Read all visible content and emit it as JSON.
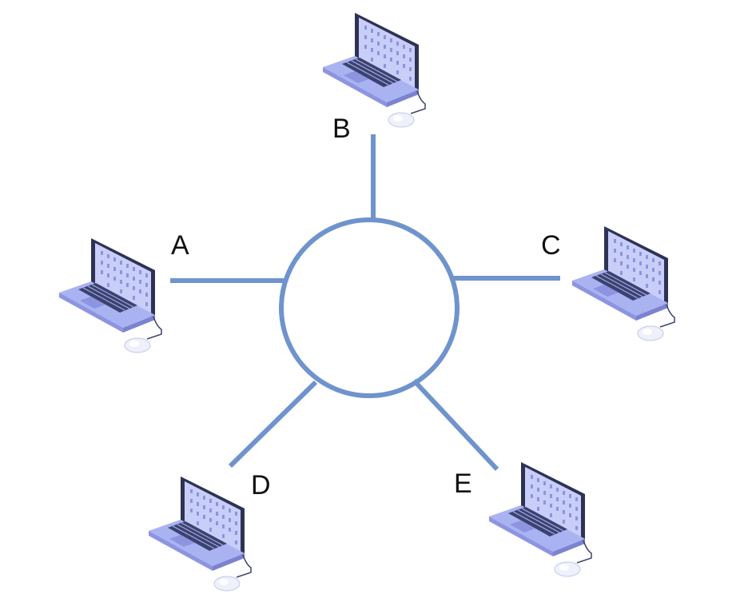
{
  "diagram": {
    "type": "ring-network",
    "colors": {
      "link": "#6f93cc",
      "laptop_body": "#aab3f2",
      "laptop_body_dark": "#8d94e0",
      "laptop_keys": "#3c426e",
      "screen": "#c8cef7",
      "screen_frame": "#2e3355",
      "mouse": "#eef0fb",
      "cable": "#3c426e"
    },
    "icon": "laptop-with-mouse-icon",
    "nodes": [
      {
        "id": "A",
        "label": "A"
      },
      {
        "id": "B",
        "label": "B"
      },
      {
        "id": "C",
        "label": "C"
      },
      {
        "id": "D",
        "label": "D"
      },
      {
        "id": "E",
        "label": "E"
      }
    ]
  }
}
